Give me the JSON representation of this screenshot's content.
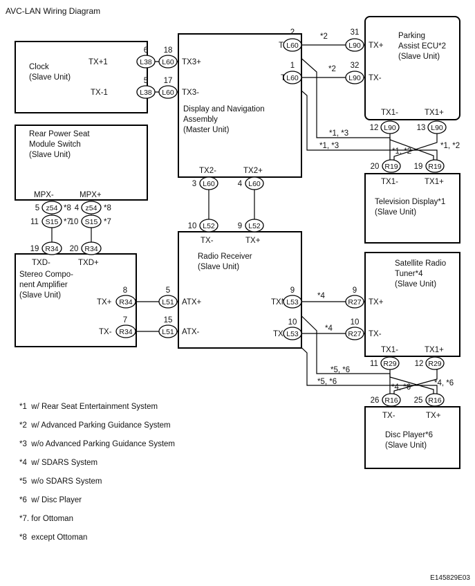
{
  "title": "AVC-LAN Wiring Diagram",
  "code": "E145829E03",
  "units": {
    "clock": [
      "Clock",
      "(Slave Unit)"
    ],
    "rear_seat": [
      "Rear Power Seat",
      "Module Switch",
      "(Slave Unit)"
    ],
    "display": [
      "Display and Navigation",
      "Assembly",
      "(Master Unit)"
    ],
    "parking": [
      "Parking",
      "Assist ECU*2",
      "(Slave Unit)"
    ],
    "television": [
      "Television Display*1",
      "(Slave Unit)"
    ],
    "amplifier": [
      "Stereo Compo-",
      "nent Amplifier",
      "(Slave Unit)"
    ],
    "radio": [
      "Radio Receiver",
      "(Slave Unit)"
    ],
    "satellite": [
      "Satellite Radio",
      "Tuner*4",
      "(Slave Unit)"
    ],
    "disc": [
      "Disc Player*6",
      "(Slave Unit)"
    ]
  },
  "terminals": {
    "clock_tx1p": "TX+1",
    "clock_tx1m": "TX-1",
    "disp_tx3p": "TX3+",
    "disp_tx3m": "TX3-",
    "disp_txp": "TX+",
    "disp_txm": "TX-",
    "disp_tx2m": "TX2-",
    "disp_tx2p": "TX2+",
    "park_txp": "TX+",
    "park_txm": "TX-",
    "park_tx1m": "TX1-",
    "park_tx1p": "TX1+",
    "tv_tx1m": "TX1-",
    "tv_tx1p": "TX1+",
    "seat_mpxm": "MPX-",
    "seat_mpxp": "MPX+",
    "amp_txdm": "TXD-",
    "amp_txdp": "TXD+",
    "amp_txp": "TX+",
    "amp_txm": "TX-",
    "radio_txm": "TX-",
    "radio_txp": "TX+",
    "radio_atxp": "ATX+",
    "radio_atxm": "ATX-",
    "radio_txmp": "TXM+",
    "radio_txmm": "TXM-",
    "sat_txp": "TX+",
    "sat_txm": "TX-",
    "sat_tx1m": "TX1-",
    "sat_tx1p": "TX1+",
    "disc_txm": "TX-",
    "disc_txp": "TX+"
  },
  "connectors": [
    {
      "id": "c-l38-6",
      "label": "L38",
      "pin": "6"
    },
    {
      "id": "c-l60-18",
      "label": "L60",
      "pin": "18"
    },
    {
      "id": "c-l38-5",
      "label": "L38",
      "pin": "5"
    },
    {
      "id": "c-l60-17",
      "label": "L60",
      "pin": "17"
    },
    {
      "id": "c-l60-2",
      "label": "L60",
      "pin": "2"
    },
    {
      "id": "c-l60-1",
      "label": "L60",
      "pin": "1"
    },
    {
      "id": "c-l90-31",
      "label": "L90",
      "pin": "31"
    },
    {
      "id": "c-l90-32",
      "label": "L90",
      "pin": "32"
    },
    {
      "id": "c-l90-12",
      "label": "L90",
      "pin": "12"
    },
    {
      "id": "c-l90-13",
      "label": "L90",
      "pin": "13"
    },
    {
      "id": "c-r19-20",
      "label": "R19",
      "pin": "20"
    },
    {
      "id": "c-r19-19",
      "label": "R19",
      "pin": "19"
    },
    {
      "id": "c-l60-3",
      "label": "L60",
      "pin": "3"
    },
    {
      "id": "c-l60-4",
      "label": "L60",
      "pin": "4"
    },
    {
      "id": "c-l52-10",
      "label": "L52",
      "pin": "10"
    },
    {
      "id": "c-l52-9",
      "label": "L52",
      "pin": "9"
    },
    {
      "id": "c-z54-5",
      "label": "z54",
      "pin": "5"
    },
    {
      "id": "c-z54-4",
      "label": "z54",
      "pin": "4"
    },
    {
      "id": "c-s15-11",
      "label": "S15",
      "pin": "11"
    },
    {
      "id": "c-s15-10",
      "label": "S15",
      "pin": "10"
    },
    {
      "id": "c-r34-19",
      "label": "R34",
      "pin": "19"
    },
    {
      "id": "c-r34-20",
      "label": "R34",
      "pin": "20"
    },
    {
      "id": "c-r34-8",
      "label": "R34",
      "pin": "8"
    },
    {
      "id": "c-r34-7",
      "label": "R34",
      "pin": "7"
    },
    {
      "id": "c-l51-5",
      "label": "L51",
      "pin": "5"
    },
    {
      "id": "c-l51-15",
      "label": "L51",
      "pin": "15"
    },
    {
      "id": "c-l53-9",
      "label": "L53",
      "pin": "9"
    },
    {
      "id": "c-l53-10",
      "label": "L53",
      "pin": "10"
    },
    {
      "id": "c-r27-9",
      "label": "R27",
      "pin": "9"
    },
    {
      "id": "c-r27-10",
      "label": "R27",
      "pin": "10"
    },
    {
      "id": "c-r29-11",
      "label": "R29",
      "pin": "11"
    },
    {
      "id": "c-r29-12",
      "label": "R29",
      "pin": "12"
    },
    {
      "id": "c-r16-26",
      "label": "R16",
      "pin": "26"
    },
    {
      "id": "c-r16-25",
      "label": "R16",
      "pin": "25"
    }
  ],
  "wire_marks": {
    "m2a": "*2",
    "m2b": "*2",
    "m13a": "*1, *3",
    "m13b": "*1, *3",
    "m12a": "*1, *2",
    "m12b": "*1, *2",
    "m8a": "*8",
    "m8b": "*8",
    "m7a": "*7",
    "m7b": "*7",
    "m4a": "*4",
    "m4b": "*4",
    "m56a": "*5, *6",
    "m56b": "*5, *6",
    "m46a": "*4, *6",
    "m46b": "*4, *6"
  },
  "notes": [
    "*1  w/ Rear Seat Entertainment System",
    "*2  w/ Advanced Parking Guidance System",
    "*3  w/o Advanced Parking Guidance System",
    "*4  w/ SDARS System",
    "*5  w/o SDARS System",
    "*6  w/ Disc Player",
    "*7. for Ottoman",
    "*8  except Ottoman"
  ]
}
